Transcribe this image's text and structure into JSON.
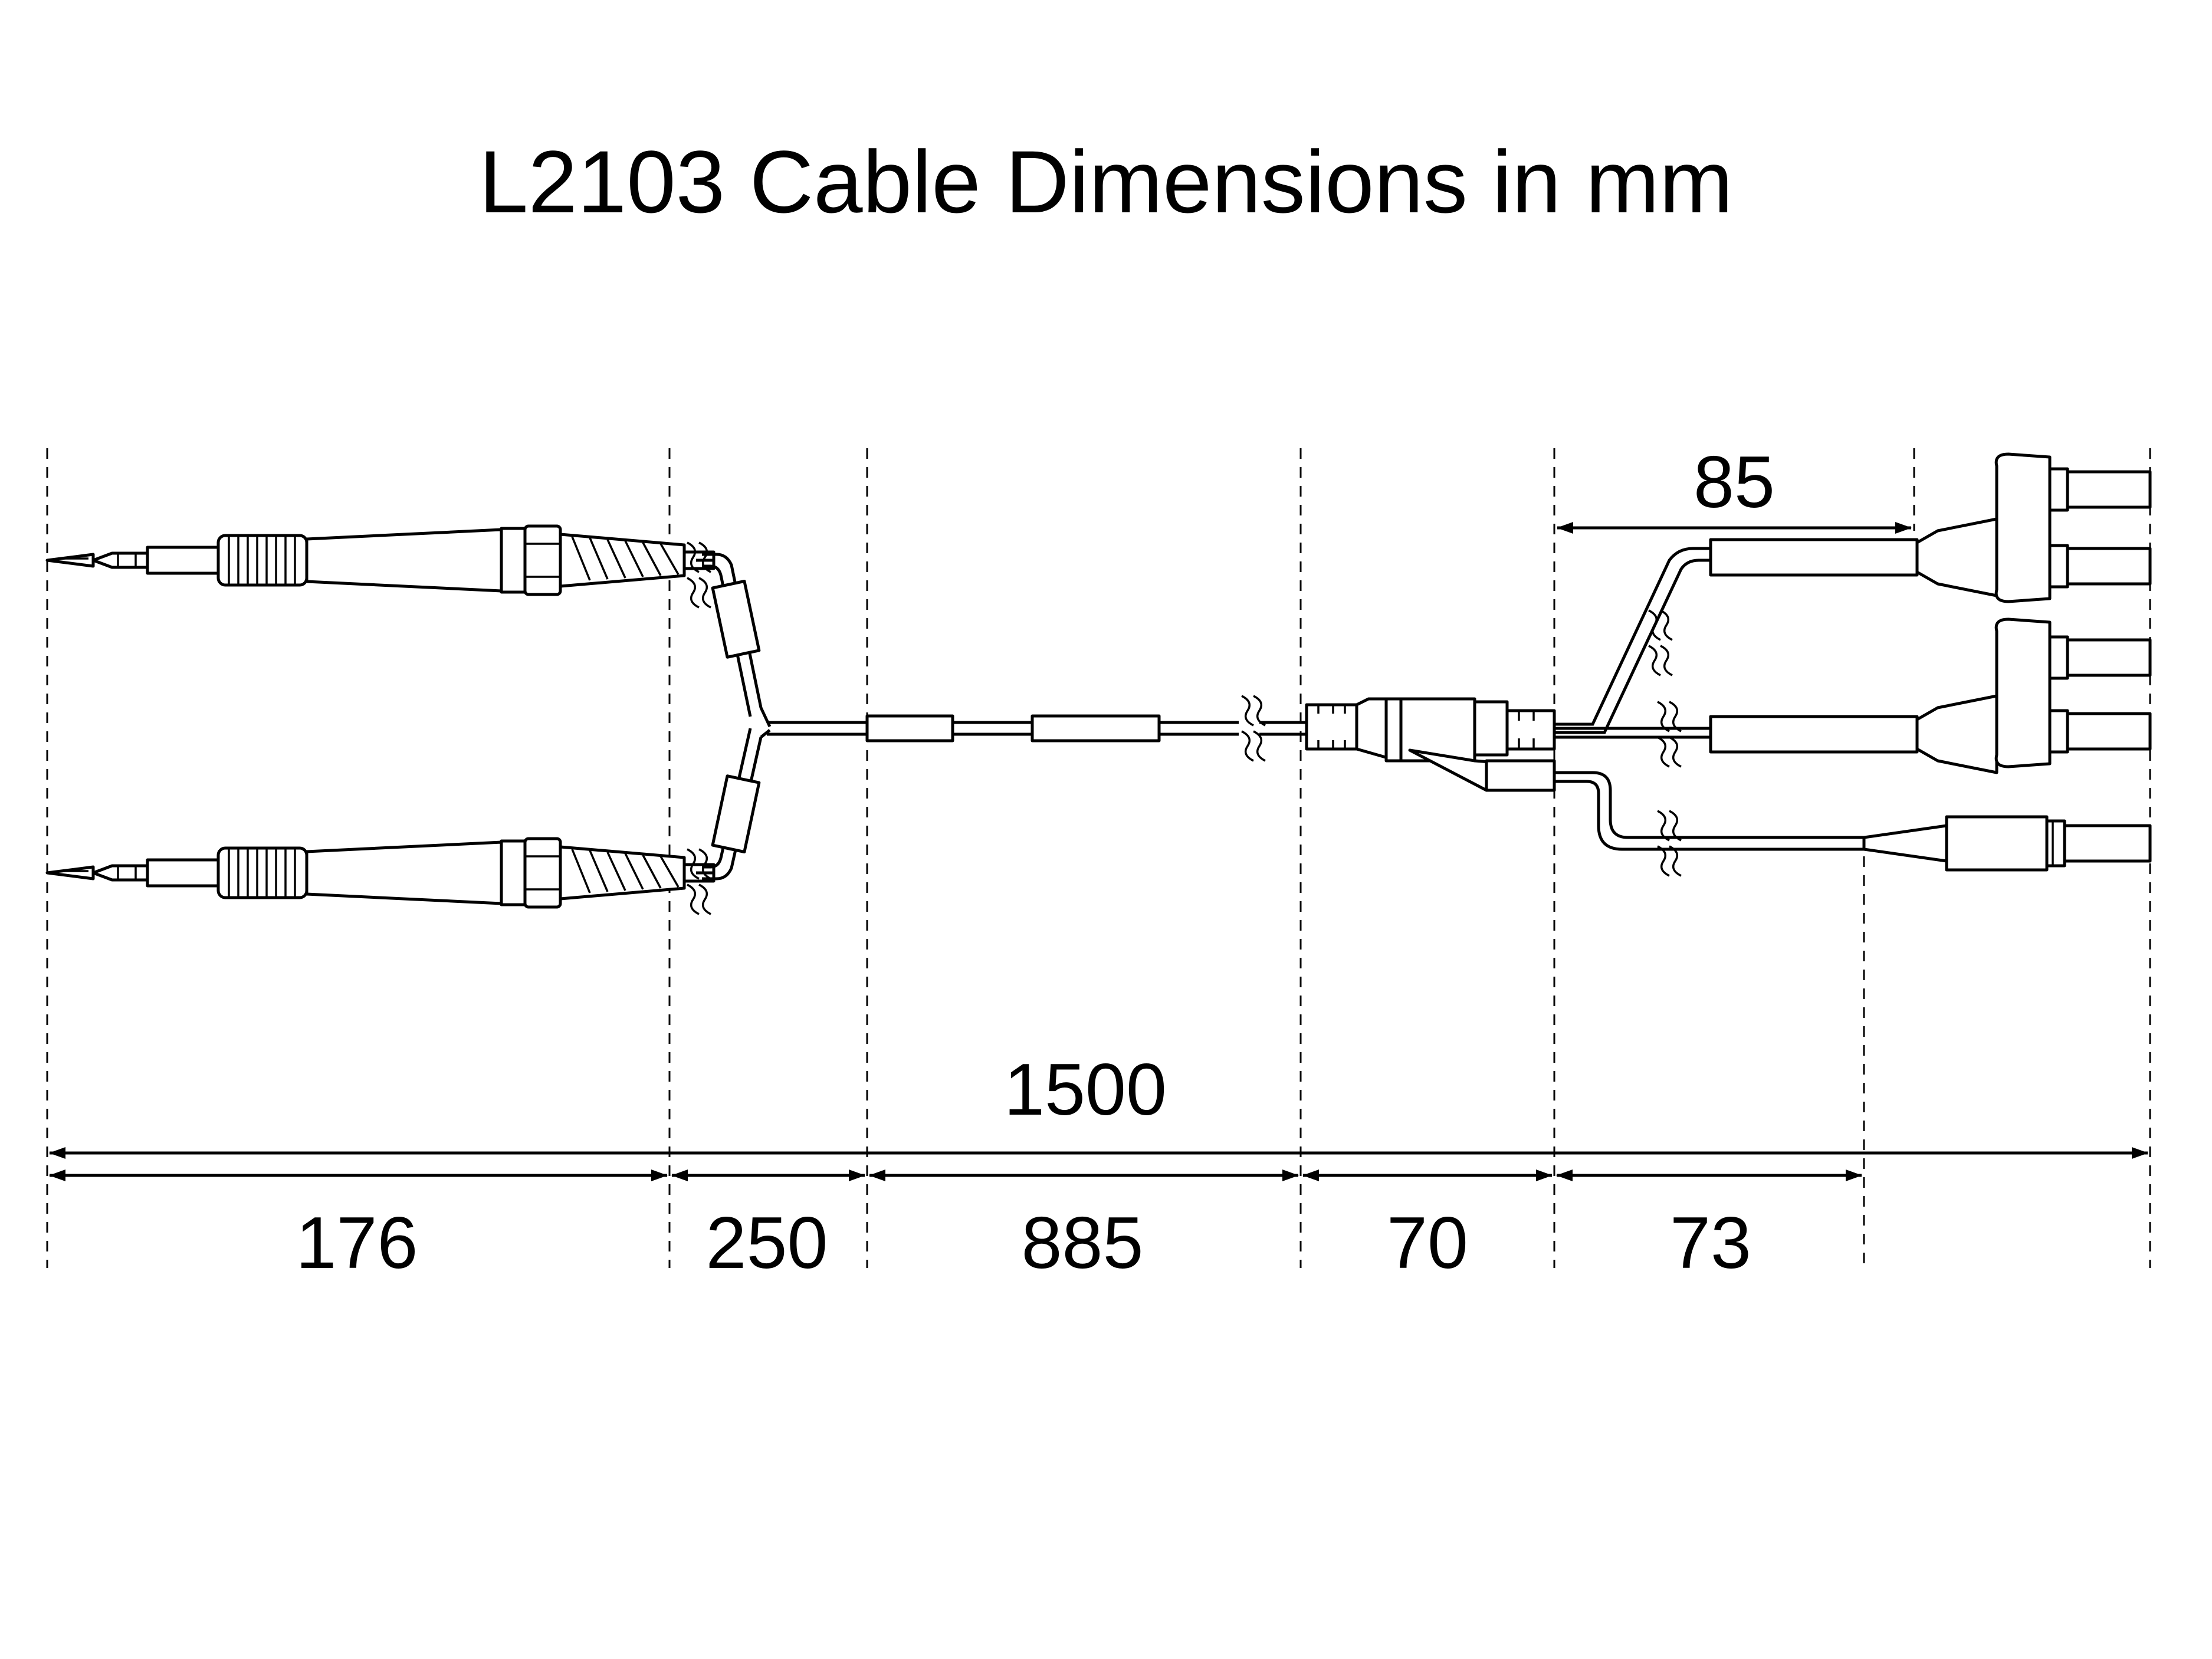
{
  "title": "L2103 Cable Dimensions in mm",
  "dimensions": {
    "overall": "1500",
    "seg_176": "176",
    "seg_250": "250",
    "seg_885": "885",
    "seg_70": "70",
    "seg_73": "73",
    "branch_85": "85"
  }
}
